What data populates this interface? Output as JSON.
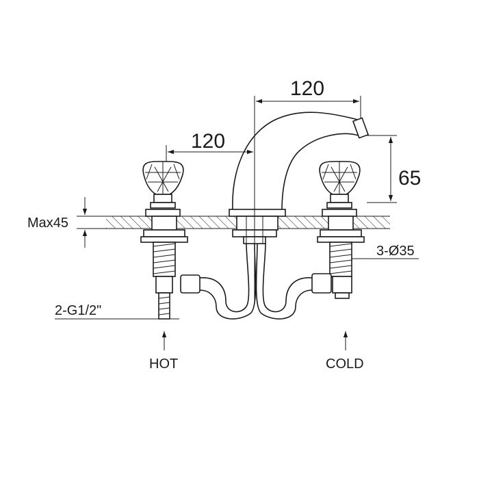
{
  "labels": {
    "spout_reach": "120",
    "handle_spacing": "120",
    "spout_height": "65",
    "max_deck": "Max45",
    "connection": "2-G1/2\"",
    "hole_diameter": "3-Ø35",
    "hot": "HOT",
    "cold": "COLD"
  },
  "colors": {
    "line": "#1a1a1a",
    "background": "#ffffff"
  }
}
